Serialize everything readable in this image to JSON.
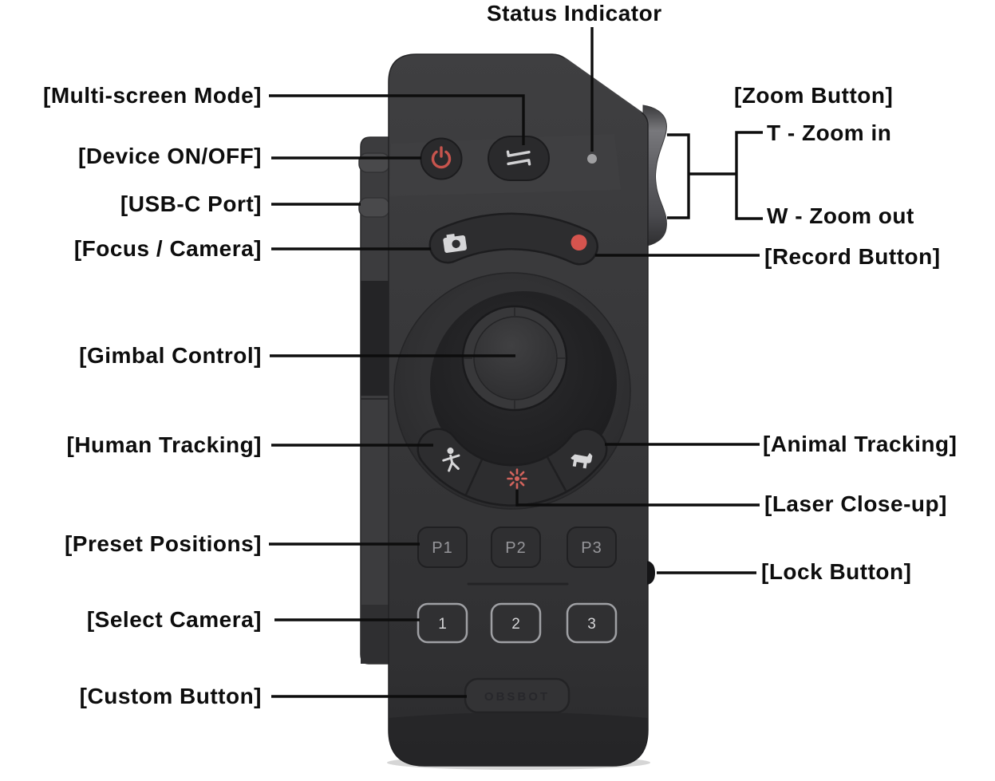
{
  "page": {
    "background": "#ffffff"
  },
  "callouts": {
    "status": "Status Indicator",
    "multi_screen": "[Multi-screen Mode]",
    "device_on_off": "[Device ON/OFF]",
    "usb_c": "[USB-C Port]",
    "focus_camera": "[Focus / Camera]",
    "gimbal": "[Gimbal Control]",
    "human_tracking": "[Human Tracking]",
    "preset_positions": "[Preset Positions]",
    "select_camera": "[Select Camera]",
    "custom_button": "[Custom Button]",
    "zoom_button": "[Zoom Button]",
    "zoom_in": "T - Zoom in",
    "zoom_out": "W - Zoom out",
    "record": "[Record Button]",
    "animal_tracking": "[Animal Tracking]",
    "laser_closeup": "[Laser Close-up]",
    "lock": "[Lock Button]"
  },
  "device": {
    "preset_buttons": [
      "P1",
      "P2",
      "P3"
    ],
    "camera_buttons": [
      "1",
      "2",
      "3"
    ],
    "brand_marking": "OBSBOT",
    "colors": {
      "body": "#353537",
      "accent_red": "#c7544d",
      "record_red": "#d5544e",
      "laser_red": "#d2635c",
      "icon_white": "#d6d6d8",
      "status_led": "#a0a0a2",
      "callout_line": "#0d0d0d"
    }
  }
}
